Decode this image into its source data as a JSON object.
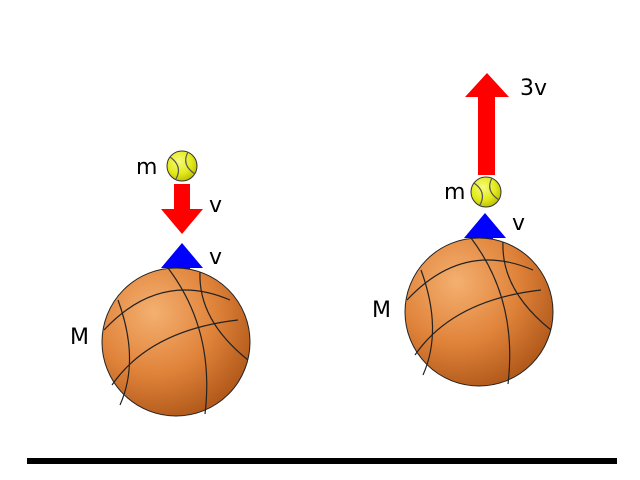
{
  "colors": {
    "downward_arrow": "#ff0000",
    "upward_arrow": "#0000ff",
    "basketball": "#e0833a",
    "tennis_ball": "#e8ee1a",
    "ground": "#000000"
  },
  "before": {
    "small_ball_label": "m",
    "small_ball_velocity_label": "v",
    "large_ball_velocity_label": "v",
    "large_ball_label": "M"
  },
  "after": {
    "small_ball_velocity_label": "3v",
    "small_ball_label": "m",
    "large_ball_velocity_label": "v",
    "large_ball_label": "M"
  }
}
